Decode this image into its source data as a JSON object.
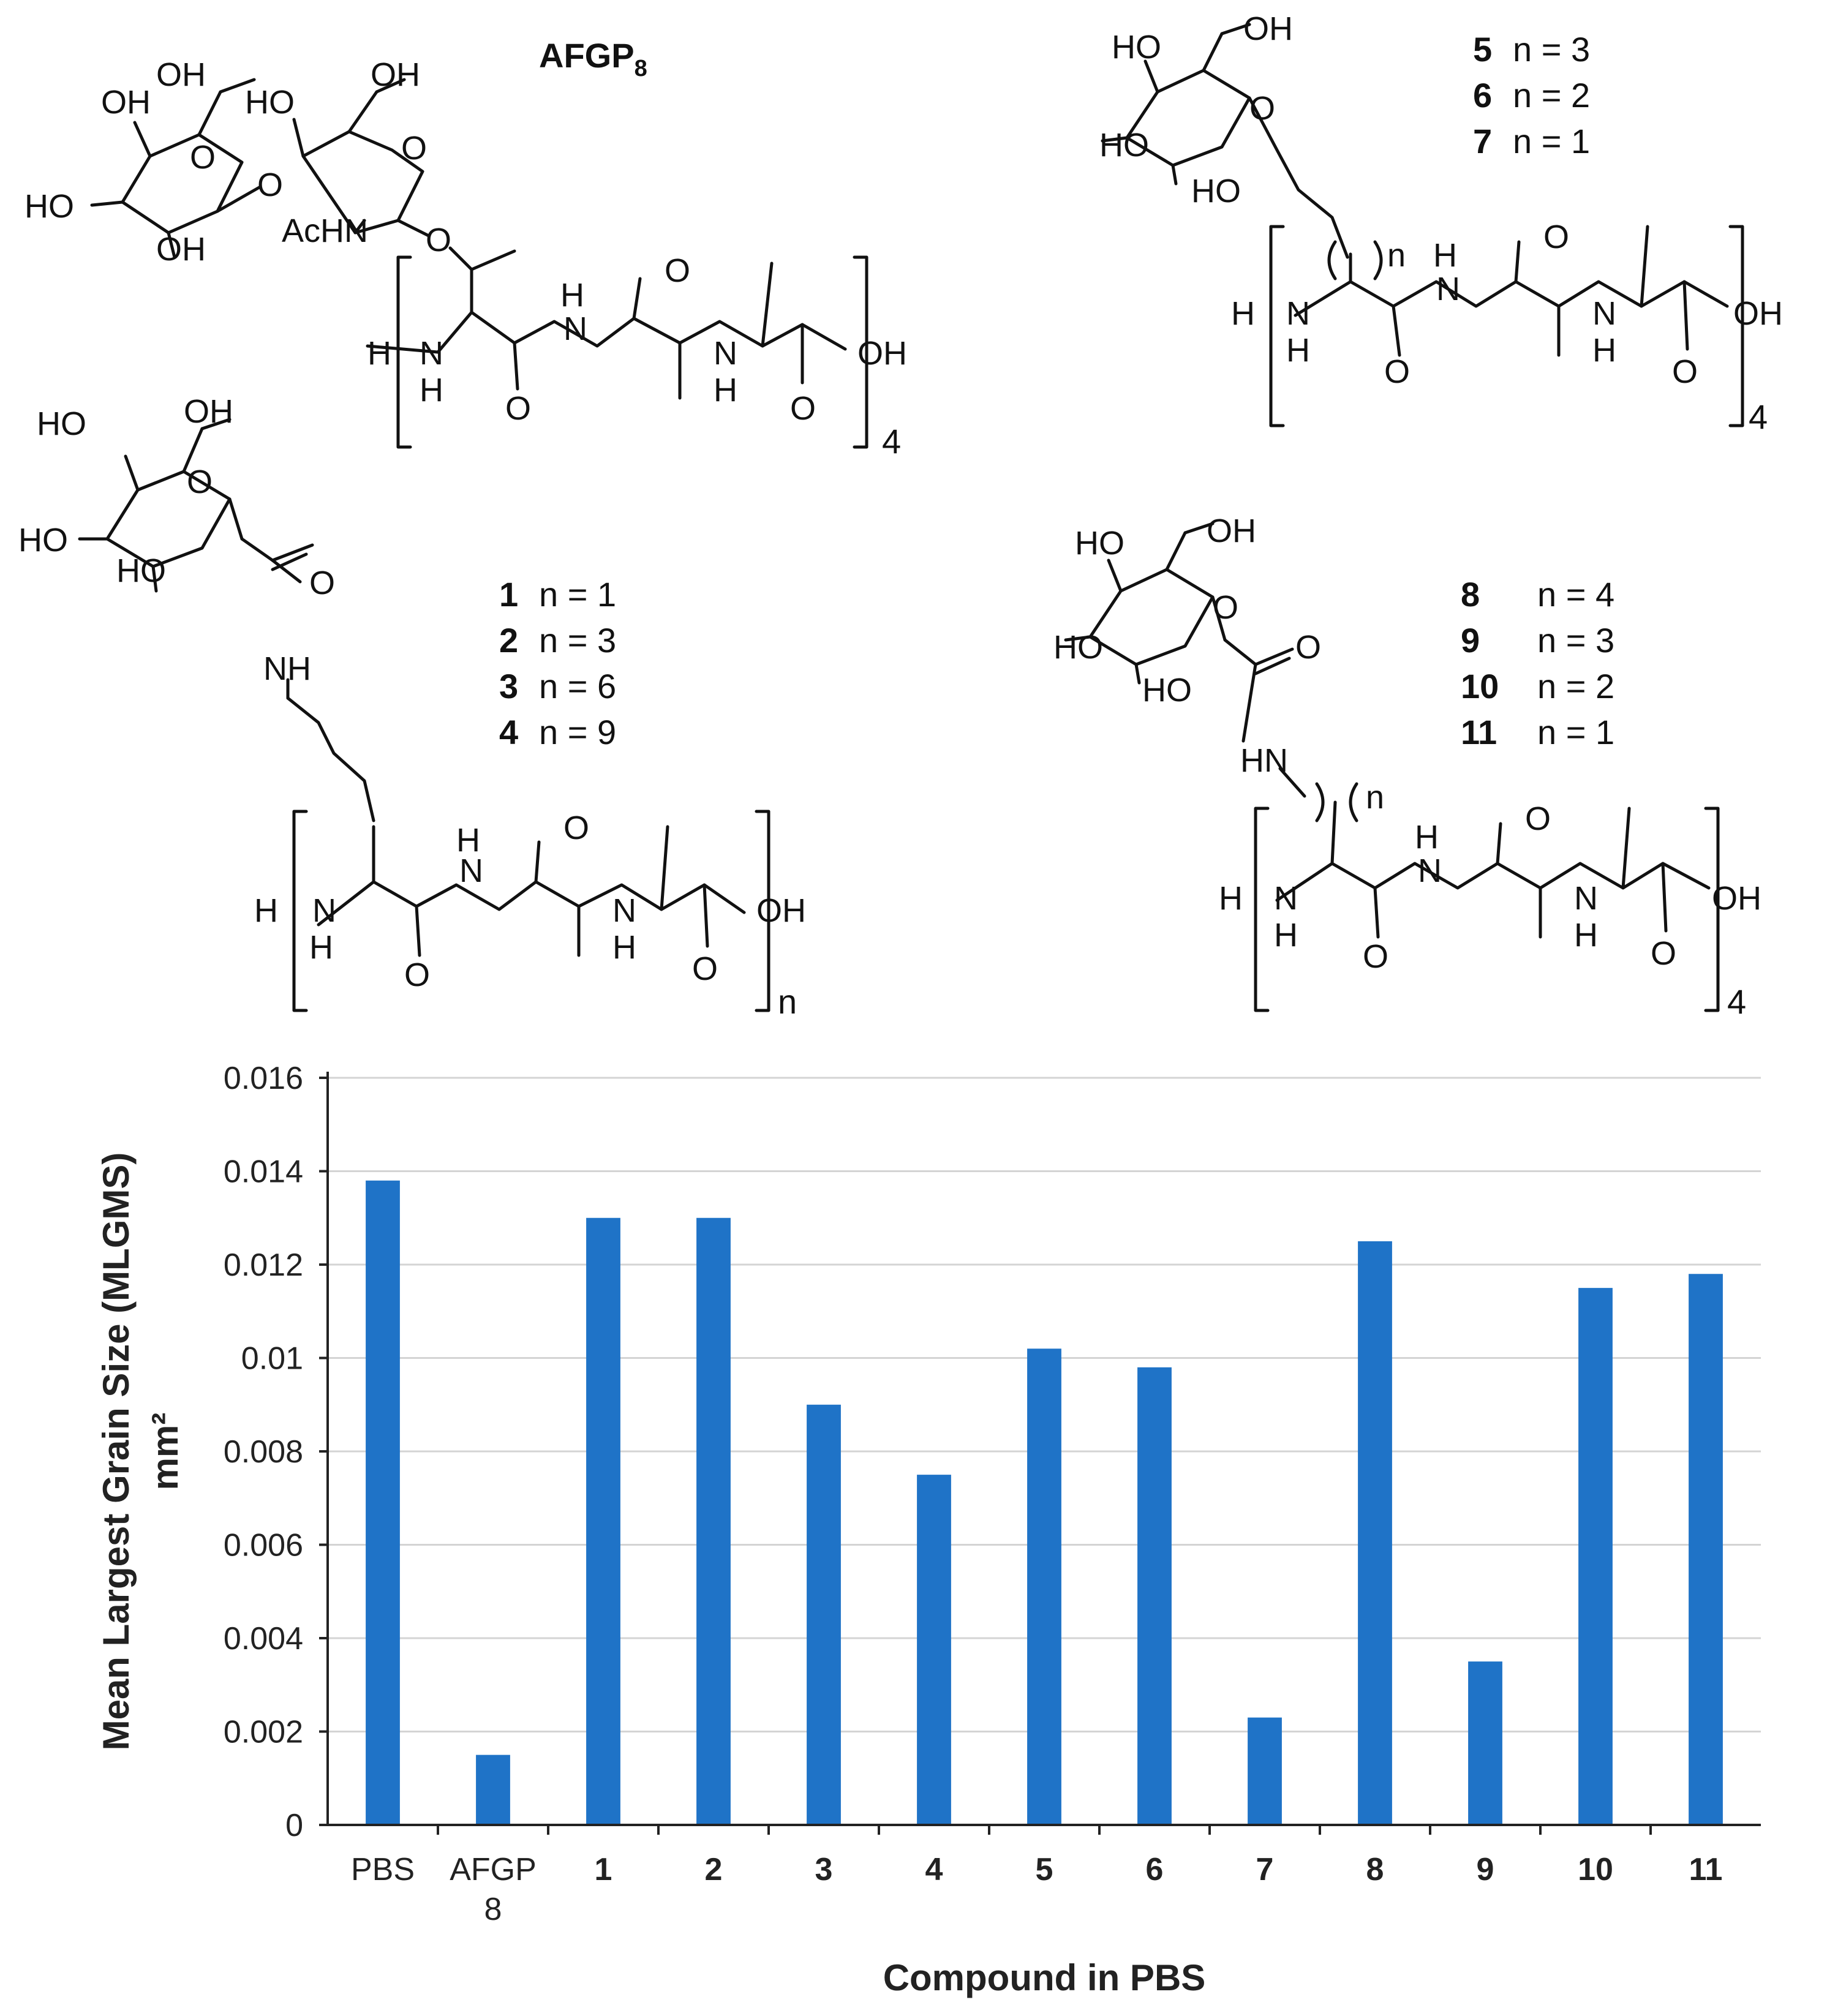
{
  "figure": {
    "structure_labels": {
      "afgp": "AFGP",
      "afgp_subscript": "8",
      "group_a": [
        {
          "id": "1",
          "n": "n = 1"
        },
        {
          "id": "2",
          "n": "n = 3"
        },
        {
          "id": "3",
          "n": "n = 6"
        },
        {
          "id": "4",
          "n": "n = 9"
        }
      ],
      "group_b": [
        {
          "id": "5",
          "n": "n = 3"
        },
        {
          "id": "6",
          "n": "n = 2"
        },
        {
          "id": "7",
          "n": "n = 1"
        }
      ],
      "group_c": [
        {
          "id": "8",
          "n": "n = 4"
        },
        {
          "id": "9",
          "n": "n = 3"
        },
        {
          "id": "10",
          "n": "n = 2"
        },
        {
          "id": "11",
          "n": "n = 1"
        }
      ],
      "repeat_4": "4",
      "repeat_n": "n"
    }
  },
  "chart_data": {
    "type": "bar",
    "categories": [
      "PBS",
      "AFGP 8",
      "1",
      "2",
      "3",
      "4",
      "5",
      "6",
      "7",
      "8",
      "9",
      "10",
      "11"
    ],
    "category_lines": [
      [
        "PBS"
      ],
      [
        "AFGP",
        "8"
      ],
      [
        "1"
      ],
      [
        "2"
      ],
      [
        "3"
      ],
      [
        "4"
      ],
      [
        "5"
      ],
      [
        "6"
      ],
      [
        "7"
      ],
      [
        "8"
      ],
      [
        "9"
      ],
      [
        "10"
      ],
      [
        "11"
      ]
    ],
    "category_bold": [
      false,
      false,
      true,
      true,
      true,
      true,
      true,
      true,
      true,
      true,
      true,
      true,
      true
    ],
    "values": [
      0.0138,
      0.0015,
      0.013,
      0.013,
      0.009,
      0.0075,
      0.0102,
      0.0098,
      0.0023,
      0.0125,
      0.0035,
      0.0115,
      0.0118
    ],
    "title": "",
    "xlabel": "Compound in PBS",
    "ylabel": "Mean Largest Grain Size (MLGMS)",
    "ylabel_line2": "mm²",
    "ylim": [
      0,
      0.016
    ],
    "yticks": [
      0,
      0.002,
      0.004,
      0.006,
      0.008,
      0.01,
      0.012,
      0.014,
      0.016
    ],
    "ytick_labels": [
      "0",
      "0.002",
      "0.004",
      "0.006",
      "0.008",
      "0.01",
      "0.012",
      "0.014",
      "0.016"
    ],
    "grid": true,
    "legend": "none",
    "bar_color": "#1f73c7"
  }
}
